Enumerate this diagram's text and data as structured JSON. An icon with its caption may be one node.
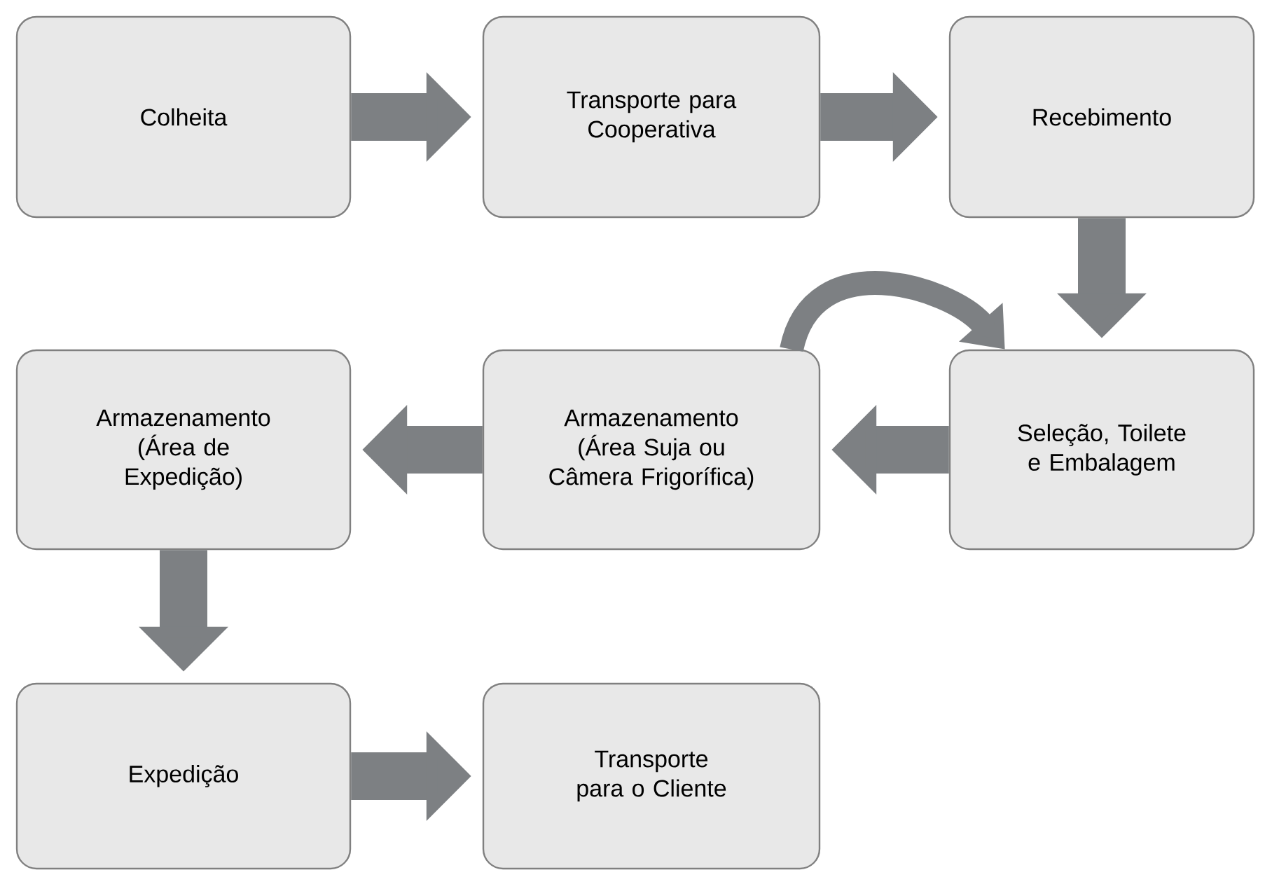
{
  "diagram": {
    "nodes": [
      {
        "text": [
          "Colheita"
        ]
      },
      {
        "text": [
          "Transporte para Cooperativa"
        ]
      },
      {
        "text": [
          "Recebimento"
        ]
      },
      {
        "text": [
          "Armazenamento (Área de Expedição)"
        ]
      },
      {
        "text": [
          "Armazenamento (Área Suja ou Câmera Frigorífica)"
        ]
      },
      {
        "text": [
          "Seleção, Toilete e Embalagem"
        ]
      },
      {
        "text": [
          "Expedição"
        ]
      },
      {
        "text": [
          "Transporte para o Cliente"
        ]
      }
    ],
    "edges": [
      {
        "from": 0,
        "to": 1,
        "arrow": "to"
      },
      {
        "from": 1,
        "to": 2,
        "arrow": "to"
      },
      {
        "from": 2,
        "to": 5,
        "arrow": "to"
      },
      {
        "from": 5,
        "to": 4,
        "arrow": "to"
      },
      {
        "from": 4,
        "to": 3,
        "arrow": "to"
      },
      {
        "from": 3,
        "to": 6,
        "arrow": "to"
      },
      {
        "from": 6,
        "to": 7,
        "arrow": "to"
      },
      {
        "from": 4,
        "to": 5,
        "arrow": "to"
      }
    ]
  }
}
